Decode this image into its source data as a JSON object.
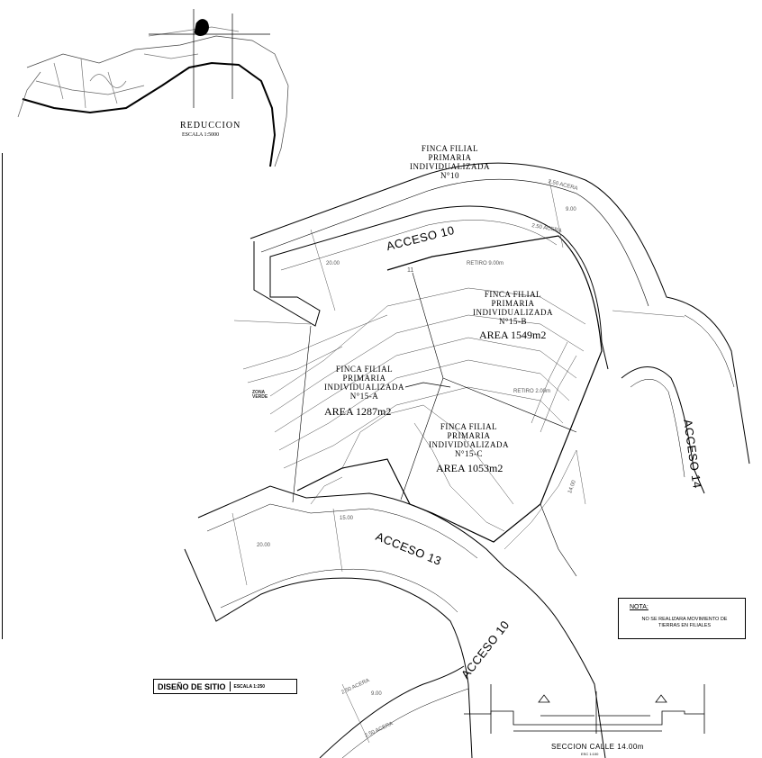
{
  "location_map": {
    "title": "REDUCCION",
    "scale": "ESCALA 1:5000"
  },
  "header_finca": {
    "lines": [
      "FINCA FILIAL",
      "PRIMARIA",
      "INDIVIDUALIZADA",
      "N°10"
    ]
  },
  "roads": {
    "acceso_10_top": "ACCESO 10",
    "acceso_14": "ACCESO 14",
    "acceso_13": "ACCESO 13",
    "acceso_10_bottom": "ACCESO 10"
  },
  "parcels": [
    {
      "lines": [
        "FINCA FILIAL",
        "PRIMARIA",
        "INDIVIDUALIZADA",
        "N°15-B"
      ],
      "area": "AREA 1549m2"
    },
    {
      "lines": [
        "FINCA FILIAL",
        "PRIMARIA",
        "INDIVIDUALIZADA",
        "N°15-A"
      ],
      "area": "AREA 1287m2"
    },
    {
      "lines": [
        "FINCA FILIAL",
        "PRIMARIA",
        "INDIVIDUALIZADA",
        "N°15-C"
      ],
      "area": "AREA 1053m2"
    }
  ],
  "dimensions": {
    "acera_top": "2.50 ACERA",
    "width_top": "9.00",
    "acera_top2": "2.50 ACERA",
    "retiro_top": "RETIRO 9.00m",
    "retiro_mid": "RETIRO 2.00m",
    "left_20": "20.00",
    "left_20b": "20.00",
    "mid_15": "15.00",
    "right_14": "14.00",
    "acera_bottom": "2.50 ACERA",
    "width_bottom": "9.00",
    "acera_bottom2": "2.50 ACERA",
    "label_11": "11"
  },
  "note": {
    "title": "NOTA:",
    "text": "NO SE REALIZARA MOVIMIENTO DE TIERRAS EN FILIALES"
  },
  "sheet_title": {
    "title": "DISEÑO DE SITIO",
    "scale": "ESCALA 1:250"
  },
  "section": {
    "title": "SECCION CALLE 14.00m",
    "scale": "ESC 1:100"
  },
  "side_label": {
    "lines": [
      "ZONA",
      "VERDE"
    ]
  }
}
